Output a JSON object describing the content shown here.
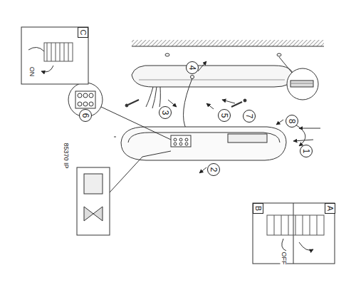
{
  "diagram": {
    "labels": [
      "4",
      "3",
      "5",
      "7",
      "8",
      "1",
      "2",
      "6",
      "C",
      "ON",
      "B",
      "A",
      "OFF",
      "85370 IP"
    ]
  }
}
